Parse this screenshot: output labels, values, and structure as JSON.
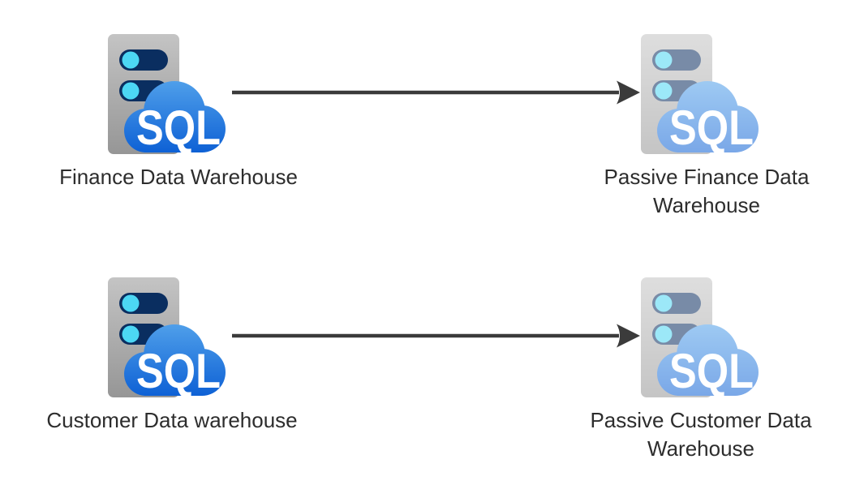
{
  "diagram": {
    "background_color": "#ffffff",
    "arrow_color": "#3b3b3b",
    "label_color": "#2d2d2d"
  },
  "icon": {
    "semantic": "azure-sql-database-server",
    "sql_label": "SQL",
    "colors": {
      "server_body_top": "#c4c4c4",
      "server_body_bottom": "#969696",
      "slot": "#0a2e60",
      "slot_dot": "#4cd7f4",
      "cloud_top": "#4f9fea",
      "cloud_bottom": "#0e61d5",
      "sql_text": "#ffffff"
    },
    "passive_opacity": "0.55"
  },
  "rows": [
    {
      "source": {
        "label": "Finance Data Warehouse",
        "state": "active"
      },
      "target": {
        "label": "Passive Finance Data Warehouse",
        "state": "passive"
      }
    },
    {
      "source": {
        "label": "Customer Data warehouse",
        "state": "active"
      },
      "target": {
        "label": "Passive Customer Data Warehouse",
        "state": "passive"
      }
    }
  ]
}
